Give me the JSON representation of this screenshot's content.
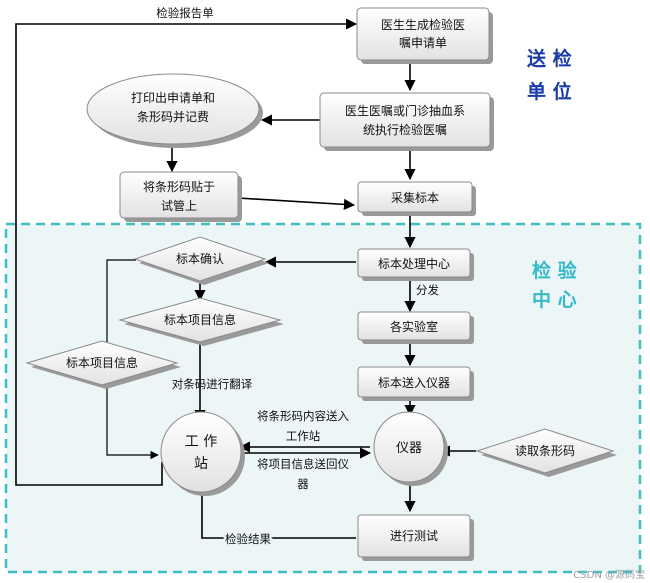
{
  "colors": {
    "dept_title": "#1a3aa8",
    "center_title": "#36b9c9",
    "center_border": "#3fbfc2",
    "center_fill": "#ecf6f7"
  },
  "dept": {
    "title_row1": "送 检",
    "title_row2": "单 位"
  },
  "center": {
    "title_row1": "检  验",
    "title_row2": "中  心"
  },
  "nodes": {
    "doctor_generate": [
      "医生生成检验医",
      "嘱申请单"
    ],
    "print_barcode": [
      "打印出申请单和",
      "条形码并记费"
    ],
    "execute_order": [
      "医生医嘱或门诊抽血系",
      "统执行检验医嘱"
    ],
    "paste_barcode": [
      "将条形码贴于",
      "试管上"
    ],
    "collect_specimen": "采集标本",
    "specimen_center": "标本处理中心",
    "specimen_confirm": "标本确认",
    "item_info_mid": "标本项目信息",
    "item_info_left": "标本项目信息",
    "labs": "各实验室",
    "send_instrument": "标本送入仪器",
    "workstation": [
      "工  作",
      "站"
    ],
    "instrument": "仪器",
    "read_barcode": "读取条形码",
    "testing": "进行测试"
  },
  "labels": {
    "report": "检验报告单",
    "distribute": "分发",
    "translate": "对条码进行翻译",
    "send_to_ws_1": "将条形码内容送入",
    "send_to_ws_2": "工作站",
    "send_back_1": "将项目信息送回仪",
    "send_back_2": "器",
    "result": "检验结果",
    "watermark": "CSDN @源码宝"
  }
}
